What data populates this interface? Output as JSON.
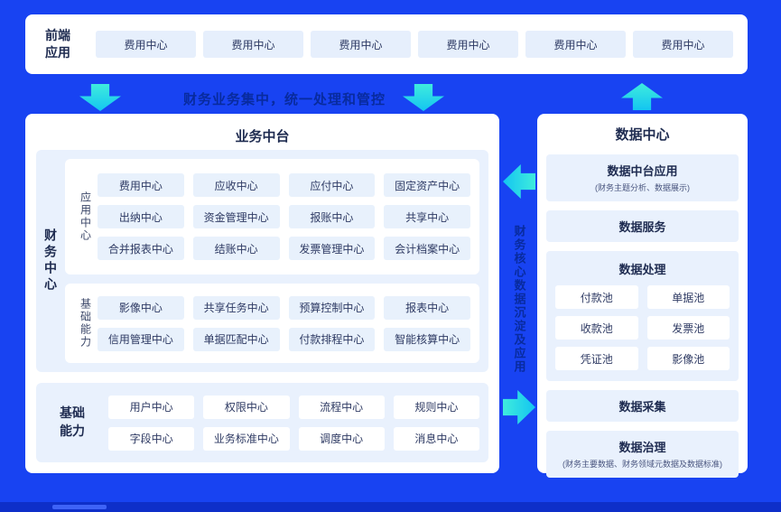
{
  "colors": {
    "background": "#1843F2",
    "panel_white": "#FFFFFF",
    "panel_light_blue": "#E9F1FD",
    "chip_blue": "#E6EFFC",
    "accent_cyan": "#1ED3E8",
    "navy_text": "#1E2B50",
    "caption_navy": "#082B9E"
  },
  "top_bar": {
    "label_lines": [
      "前端",
      "应用"
    ],
    "items": [
      "费用中心",
      "费用中心",
      "费用中心",
      "费用中心",
      "费用中心",
      "费用中心"
    ]
  },
  "flow": {
    "caption": "财务业务集中，统一处理和管控"
  },
  "business_platform": {
    "title": "业务中台",
    "finance_center": {
      "label": "财务中心",
      "groups": [
        {
          "label": "应用中心",
          "items": [
            "费用中心",
            "应收中心",
            "应付中心",
            "固定资产中心",
            "出纳中心",
            "资金管理中心",
            "报账中心",
            "共享中心",
            "合并报表中心",
            "结账中心",
            "发票管理中心",
            "会计档案中心"
          ]
        },
        {
          "label": "基础能力",
          "items": [
            "影像中心",
            "共享任务中心",
            "预算控制中心",
            "报表中心",
            "信用管理中心",
            "单据匹配中心",
            "付款排程中心",
            "智能核算中心"
          ]
        }
      ]
    },
    "base_capability": {
      "label_lines": [
        "基础",
        "能力"
      ],
      "items": [
        "用户中心",
        "权限中心",
        "流程中心",
        "规则中心",
        "字段中心",
        "业务标准中心",
        "调度中心",
        "消息中心"
      ]
    }
  },
  "middle": {
    "vertical_caption": "财务核心数据沉淀及应用"
  },
  "data_center": {
    "title": "数据中心",
    "blocks": [
      {
        "title": "数据中台应用",
        "subtitle": "(财务主题分析、数据展示)"
      },
      {
        "title": "数据服务"
      },
      {
        "title": "数据处理",
        "items": [
          "付款池",
          "单据池",
          "收款池",
          "发票池",
          "凭证池",
          "影像池"
        ]
      },
      {
        "title": "数据采集"
      },
      {
        "title": "数据治理",
        "subtitle": "(财务主要数据、财务领域元数据及数据标准)"
      }
    ]
  }
}
